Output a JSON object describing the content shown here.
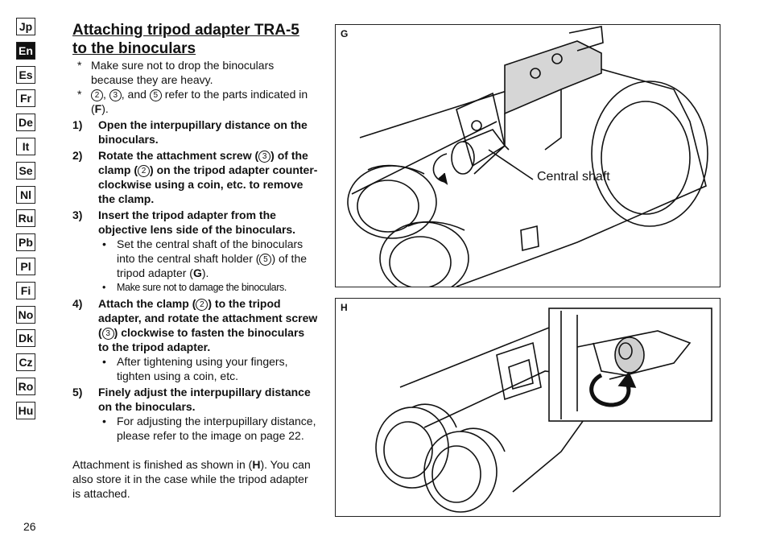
{
  "languages": [
    "Jp",
    "En",
    "Es",
    "Fr",
    "De",
    "It",
    "Se",
    "Nl",
    "Ru",
    "Pb",
    "Pl",
    "Fi",
    "No",
    "Dk",
    "Cz",
    "Ro",
    "Hu"
  ],
  "active_language": "En",
  "page_number": "26",
  "title": {
    "line1": "Attaching tripod adapter TRA-5",
    "line2": "to the binoculars"
  },
  "notes": [
    {
      "star": "*",
      "text": "Make sure not to drop the binoculars because they are heavy."
    },
    {
      "star": "*",
      "c2": "2",
      "c3": "3",
      "c5": "5",
      "pre": "",
      "mid1": ", ",
      "mid2": ", and ",
      "post": " refer to the parts indicated in (",
      "bold": "F",
      "end": ")."
    }
  ],
  "steps": {
    "s1": {
      "num": "1)",
      "text": "Open the interpupillary distance on the binoculars."
    },
    "s2": {
      "num": "2)",
      "a": "Rotate the attachment screw (",
      "c1": "3",
      "b": ") of the clamp (",
      "c2": "2",
      "c": ") on the tripod adapter counter-clockwise using a coin, etc. to remove the clamp."
    },
    "s3": {
      "num": "3)",
      "text": "Insert the tripod adapter from the objective lens side of the binoculars.",
      "b1": {
        "a": "Set the central shaft of the binoculars into the central shaft holder (",
        "c": "5",
        "b": ") of the tripod adapter (",
        "bold": "G",
        "end": ")."
      },
      "b2": "Make sure not to damage the binoculars."
    },
    "s4": {
      "num": "4)",
      "a": "Attach the clamp (",
      "c1": "2",
      "b": ") to the tripod adapter, and rotate the attachment screw (",
      "c2": "3",
      "c": ") clockwise to fasten the binoculars to the tripod adapter.",
      "b1": "After tightening using your fingers, tighten using a coin, etc."
    },
    "s5": {
      "num": "5)",
      "text": "Finely adjust the interpupillary distance on the binoculars.",
      "b1": "For adjusting the interpupillary distance, please refer to the image on page 22."
    }
  },
  "bullet": "•",
  "ending": {
    "a": "Attachment is finished as shown in (",
    "bold": "H",
    "b": "). You can also store it in the case while the tripod adapter is attached."
  },
  "figures": {
    "g": {
      "label": "G",
      "callout": "Central shaft"
    },
    "h": {
      "label": "H"
    }
  }
}
